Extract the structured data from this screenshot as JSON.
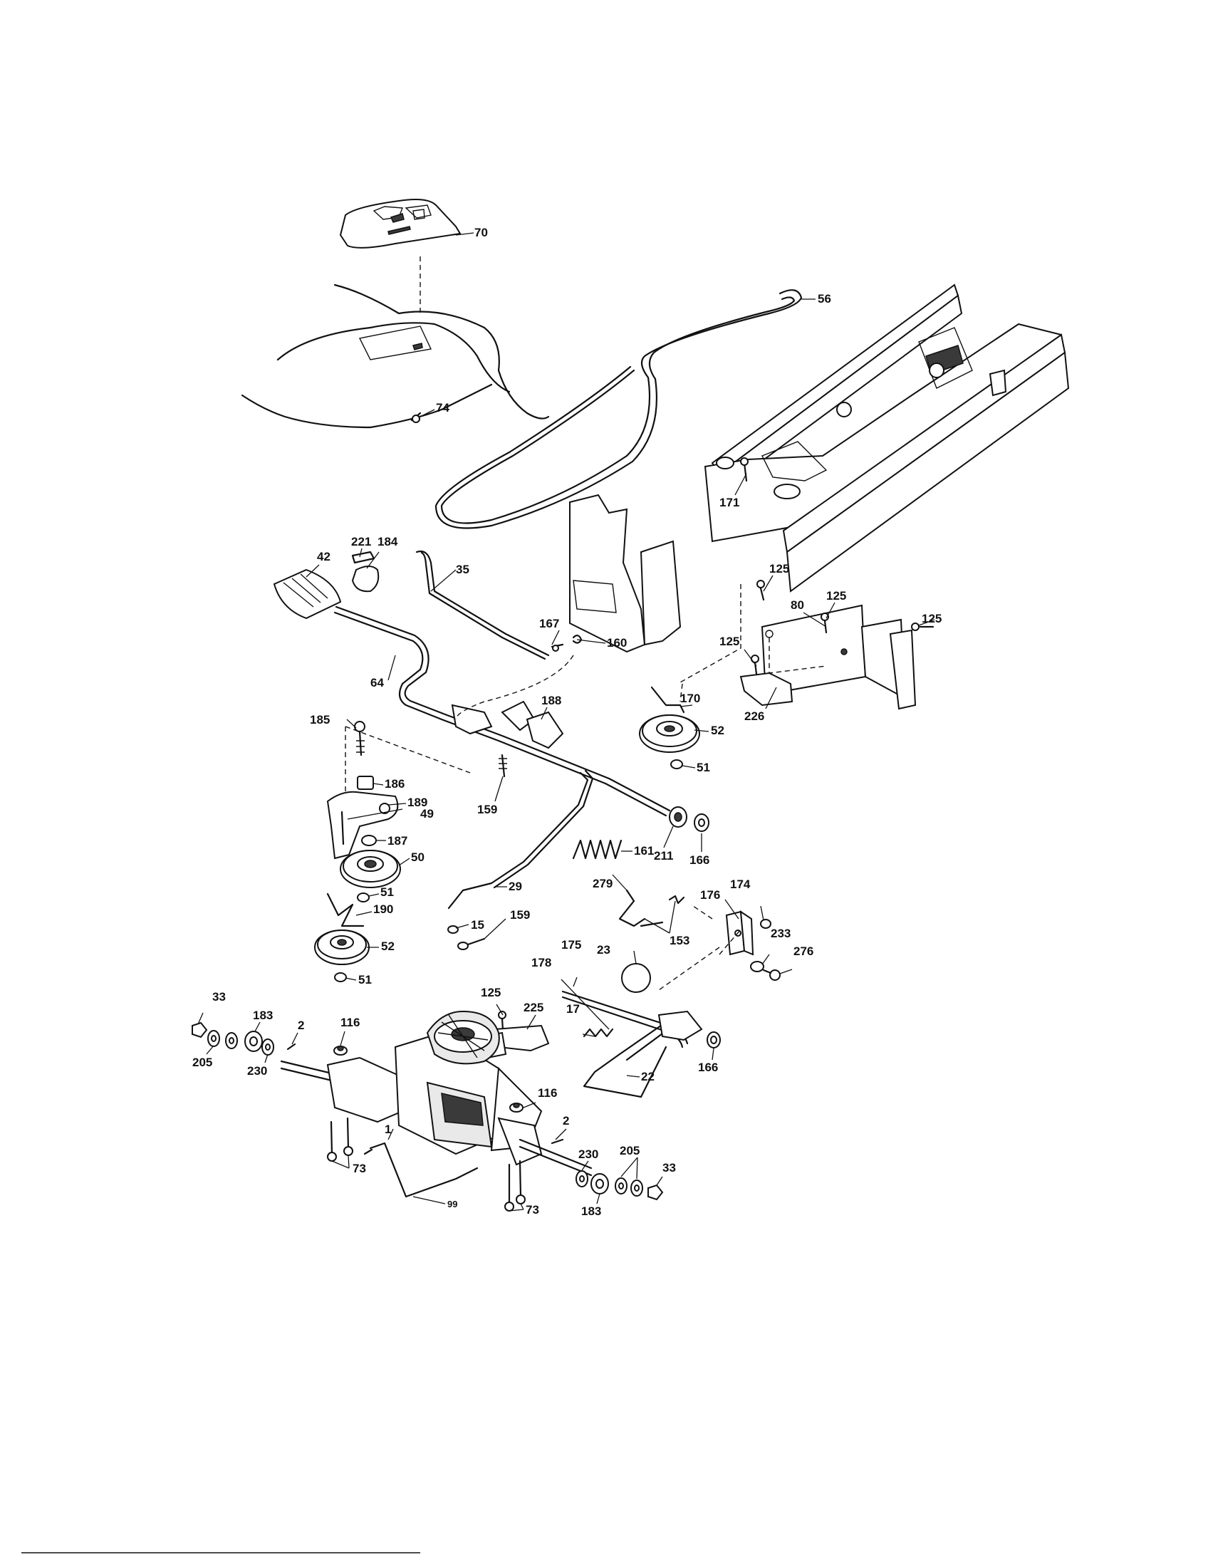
{
  "callouts": {
    "c70": "70",
    "c56": "56",
    "c74": "74",
    "c171": "171",
    "c221": "221",
    "c184": "184",
    "c42": "42",
    "c35": "35",
    "c125a": "125",
    "c80": "80",
    "c125b": "125",
    "c125c": "125",
    "c125d": "125",
    "c167": "167",
    "c160": "160",
    "c170": "170",
    "c226": "226",
    "c64": "64",
    "c52a": "52",
    "c51a": "51",
    "c185": "185",
    "c188": "188",
    "c186": "186",
    "c189": "189",
    "c49": "49",
    "c159a": "159",
    "c187": "187",
    "c50": "50",
    "c211": "211",
    "c166a": "166",
    "c161": "161",
    "c51b": "51",
    "c190": "190",
    "c29": "29",
    "c279": "279",
    "c176": "176",
    "c174": "174",
    "c15": "15",
    "c159b": "159",
    "c153": "153",
    "c233": "233",
    "c276": "276",
    "c52b": "52",
    "c51c": "51",
    "c175": "175",
    "c23": "23",
    "c178": "178",
    "c33a": "33",
    "c125e": "125",
    "c225": "225",
    "c116a": "116",
    "c183a": "183",
    "c2a": "2",
    "c17": "17",
    "c22": "22",
    "c166b": "166",
    "c205a": "205",
    "c230a": "230",
    "c116b": "116",
    "c2b": "2",
    "c1": "1",
    "c73a": "73",
    "c230b": "230",
    "c205b": "205",
    "c33b": "33",
    "c99": "99",
    "c183b": "183",
    "c73b": "73"
  }
}
